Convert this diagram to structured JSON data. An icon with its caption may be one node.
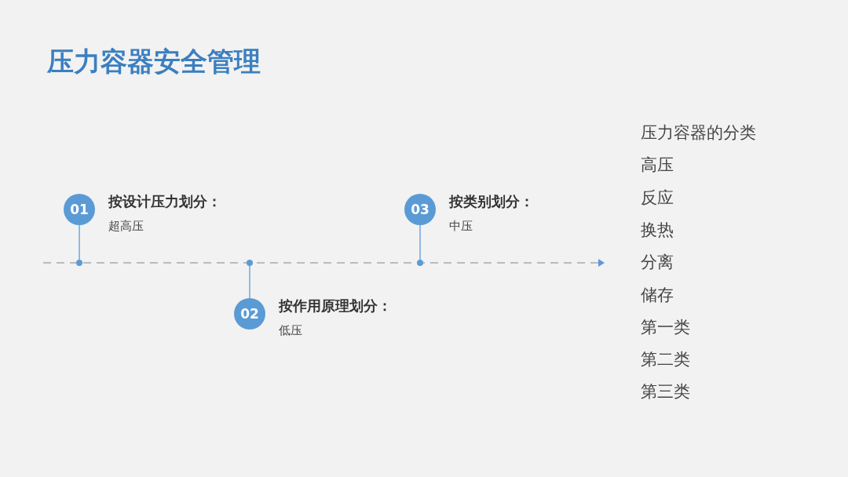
{
  "diagram": {
    "title": "压力容器安全管理",
    "nodes": [
      {
        "text": [
          "01"
        ],
        "beside": [
          "按设计压力划分：",
          "超高压"
        ]
      },
      {
        "text": [
          "03"
        ],
        "beside": [
          "按类别划分：",
          "中压"
        ]
      },
      {
        "text": [],
        "shape": "circle"
      },
      {
        "text": [],
        "shape": "circle"
      },
      {
        "text": [],
        "shape": "circle"
      },
      {
        "text": [
          "02"
        ],
        "beside": [
          "按作用原理划分：",
          "低压"
        ]
      }
    ],
    "edges": [
      {
        "from": 0,
        "to": 2,
        "arrow": "none"
      },
      {
        "from": 5,
        "to": 3,
        "arrow": "none"
      },
      {
        "from": 1,
        "to": 4,
        "arrow": "none"
      }
    ],
    "labels": [
      "压力容器的分类",
      "高压",
      "反应",
      "换热",
      "分离",
      "储存",
      "第一类",
      "第二类",
      "第三类"
    ]
  }
}
